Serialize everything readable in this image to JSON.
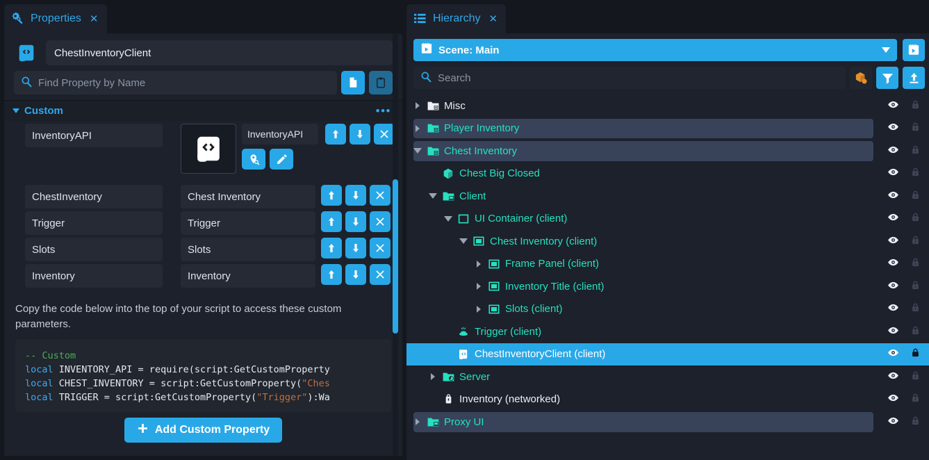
{
  "properties_panel": {
    "tab": {
      "label": "Properties",
      "close": "✕",
      "icon": "gear-wrench-icon"
    },
    "object_name": "ChestInventoryClient",
    "search": {
      "placeholder": "Find Property by Name",
      "value": ""
    },
    "copy_button_label": "",
    "paste_button_label": "",
    "section": {
      "title": "Custom",
      "more_label": "•••"
    },
    "rows": [
      {
        "key": "InventoryAPI",
        "value": "InventoryAPI",
        "type": "asset"
      },
      {
        "key": "ChestInventory",
        "value": "Chest Inventory",
        "type": "text"
      },
      {
        "key": "Trigger",
        "value": "Trigger",
        "type": "text"
      },
      {
        "key": "Slots",
        "value": "Slots",
        "type": "text"
      },
      {
        "key": "Inventory",
        "value": "Inventory",
        "type": "text"
      }
    ],
    "row_buttons": {
      "up": "↑",
      "down": "↓",
      "remove": "✕"
    },
    "help_text": "Copy the code below into the top of your script to access these custom parameters.",
    "code": {
      "line1_comment": "-- Custom",
      "line2": {
        "kw": "local",
        "rest": " INVENTORY_API = require(script:GetCustomProperty"
      },
      "line3": {
        "kw": "local",
        "rest_a": " CHEST_INVENTORY = script:GetCustomProperty(",
        "str": "\"Ches"
      },
      "line4": {
        "kw": "local",
        "rest_a": " TRIGGER = script:GetCustomProperty(",
        "str": "\"Trigger\"",
        "rest_b": "):Wa"
      }
    },
    "add_button": {
      "label": "Add Custom Property",
      "plus": "+"
    }
  },
  "hierarchy_panel": {
    "tab": {
      "label": "Hierarchy",
      "close": "✕",
      "icon": "list-icon"
    },
    "scene": {
      "label": "Scene: Main",
      "icon": "scene-icon"
    },
    "search": {
      "placeholder": "Search",
      "value": ""
    },
    "toolbar": [
      {
        "name": "asset-cube-icon",
        "style": "dark"
      },
      {
        "name": "filter-icon",
        "style": "blue"
      },
      {
        "name": "publish-upload-icon",
        "style": "blue"
      }
    ],
    "tree": [
      {
        "label": "Misc",
        "depth": 0,
        "twisty": "closed",
        "icon": "folder-script-icon",
        "state": "normal",
        "color": "white"
      },
      {
        "label": "Player Inventory",
        "depth": 0,
        "twisty": "closed",
        "icon": "folder-script-icon",
        "state": "highlighted",
        "color": "teal"
      },
      {
        "label": "Chest Inventory",
        "depth": 0,
        "twisty": "open",
        "icon": "folder-script-icon",
        "state": "highlighted",
        "color": "teal"
      },
      {
        "label": "Chest Big Closed",
        "depth": 1,
        "twisty": "none",
        "icon": "cube-icon",
        "state": "normal",
        "color": "teal"
      },
      {
        "label": "Client",
        "depth": 1,
        "twisty": "open",
        "icon": "folder-client-icon",
        "state": "normal",
        "color": "teal"
      },
      {
        "label": "UI Container (client)",
        "depth": 2,
        "twisty": "open",
        "icon": "ui-container-icon",
        "state": "normal",
        "color": "teal"
      },
      {
        "label": "Chest Inventory (client)",
        "depth": 3,
        "twisty": "open",
        "icon": "ui-panel-icon",
        "state": "normal",
        "color": "teal"
      },
      {
        "label": "Frame Panel (client)",
        "depth": 4,
        "twisty": "closed",
        "icon": "ui-panel-icon",
        "state": "normal",
        "color": "teal"
      },
      {
        "label": "Inventory Title (client)",
        "depth": 4,
        "twisty": "closed",
        "icon": "ui-panel-icon",
        "state": "normal",
        "color": "teal"
      },
      {
        "label": "Slots (client)",
        "depth": 4,
        "twisty": "closed",
        "icon": "ui-panel-icon",
        "state": "normal",
        "color": "teal"
      },
      {
        "label": "Trigger (client)",
        "depth": 2,
        "twisty": "none",
        "icon": "trigger-icon",
        "state": "normal",
        "color": "teal"
      },
      {
        "label": "ChestInventoryClient (client)",
        "depth": 2,
        "twisty": "none",
        "icon": "script-icon",
        "state": "selected",
        "color": "white"
      },
      {
        "label": "Server",
        "depth": 1,
        "twisty": "closed",
        "icon": "folder-server-icon",
        "state": "normal",
        "color": "teal"
      },
      {
        "label": "Inventory (networked)",
        "depth": 1,
        "twisty": "none",
        "icon": "networked-icon",
        "state": "normal",
        "color": "white"
      },
      {
        "label": "Proxy UI",
        "depth": 0,
        "twisty": "closed",
        "icon": "folder-client-icon",
        "state": "highlighted",
        "color": "teal"
      }
    ],
    "row_controls": {
      "visibility": "eye-icon",
      "lock": "lock-icon"
    }
  },
  "colors": {
    "accent_blue": "#29a8e8",
    "tab_text": "#2fa8ec",
    "tree_teal": "#26e0c0",
    "panel_bg": "#1c212b",
    "app_bg": "#14171d",
    "row_highlight": "#38435a",
    "orange": "#e8902a",
    "code_comment": "#4caf50",
    "code_keyword": "#3fa9f5",
    "code_string": "#c2703b"
  }
}
